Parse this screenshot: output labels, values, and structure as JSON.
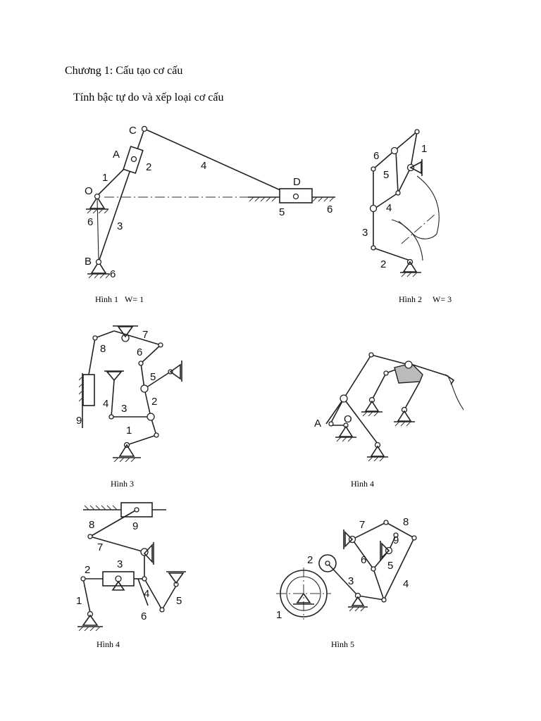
{
  "heading": "Chương 1: Cấu tạo cơ cấu",
  "subheading": "Tính bậc tự do và xếp loại cơ cấu",
  "figures": [
    {
      "caption": "Hình 1",
      "dof": "W= 1",
      "labels": {
        "C": "C",
        "A": "A",
        "O": "O",
        "B": "B",
        "D": "D",
        "n1": "1",
        "n2": "2",
        "n3": "3",
        "n4": "4",
        "n5": "5",
        "n6a": "6",
        "n6b": "6",
        "n6c": "6"
      }
    },
    {
      "caption": "Hình 2",
      "dof": "W= 3",
      "labels": {
        "n1": "1",
        "n2": "2",
        "n3": "3",
        "n4": "4",
        "n5": "5",
        "n6": "6"
      }
    },
    {
      "caption": "Hình 3",
      "labels": {
        "n1": "1",
        "n2": "2",
        "n3": "3",
        "n4": "4",
        "n5": "5",
        "n6": "6",
        "n7": "7",
        "n8": "8",
        "n9": "9"
      }
    },
    {
      "caption": "Hình 4",
      "labels": {
        "A": "A",
        "O": "O"
      }
    },
    {
      "caption": "Hình 4",
      "labels": {
        "n1": "1",
        "n2": "2",
        "n3": "3",
        "n4": "4",
        "n5": "5",
        "n6": "6",
        "n7": "7",
        "n8": "8",
        "n9": "9"
      }
    },
    {
      "caption": "Hình 5",
      "labels": {
        "n1": "1",
        "n2": "2",
        "n3": "3",
        "n4": "4",
        "n5": "5",
        "n6": "6",
        "n7": "7",
        "n8": "8",
        "n9": "9"
      }
    }
  ]
}
